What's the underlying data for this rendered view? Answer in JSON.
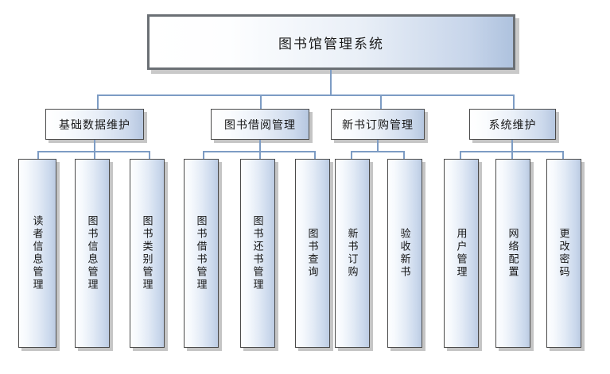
{
  "diagram": {
    "type": "tree",
    "title_text": "图书馆管理系统",
    "colors": {
      "connector": "#7d9cc4",
      "root_border": "#6b7075",
      "box_border": "#4a4a4a",
      "shadow": "#c5c5c5",
      "fill_light": "#ffffff",
      "fill_blue": "#b6c7e0",
      "background": "#ffffff"
    },
    "root": {
      "label": "图书馆管理系统"
    },
    "groups": [
      {
        "label": "基础数据维护",
        "leaves": [
          {
            "label": "读者信息管理"
          },
          {
            "label": "图书信息管理"
          },
          {
            "label": "图书类别管理"
          }
        ]
      },
      {
        "label": "图书借阅管理",
        "leaves": [
          {
            "label": "图书借书管理"
          },
          {
            "label": "图书还书管理"
          },
          {
            "label": "图书查询"
          }
        ]
      },
      {
        "label": "新书订购管理",
        "leaves": [
          {
            "label": "新书订购"
          },
          {
            "label": "验收新书"
          }
        ]
      },
      {
        "label": "系统维护",
        "leaves": [
          {
            "label": "用户管理"
          },
          {
            "label": "网络配置"
          },
          {
            "label": "更改密码"
          }
        ]
      }
    ]
  }
}
